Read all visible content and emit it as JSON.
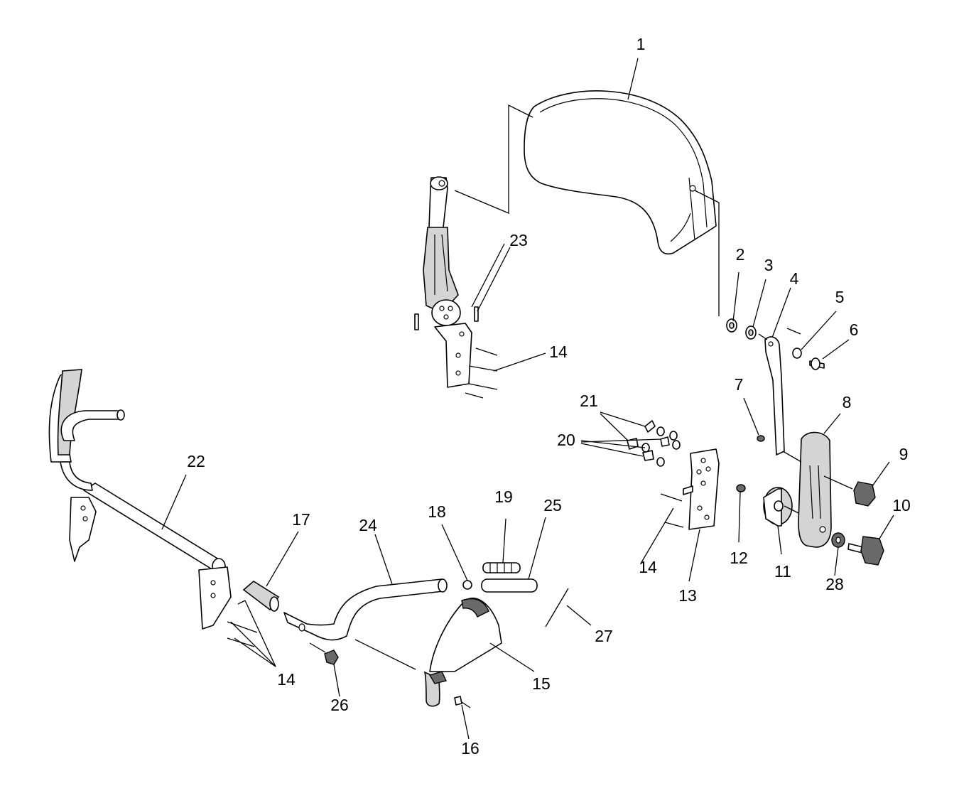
{
  "callouts": [
    {
      "id": "c1",
      "text": "1"
    },
    {
      "id": "c2",
      "text": "2"
    },
    {
      "id": "c3",
      "text": "3"
    },
    {
      "id": "c4",
      "text": "4"
    },
    {
      "id": "c5",
      "text": "5"
    },
    {
      "id": "c6",
      "text": "6"
    },
    {
      "id": "c7",
      "text": "7"
    },
    {
      "id": "c8",
      "text": "8"
    },
    {
      "id": "c9",
      "text": "9"
    },
    {
      "id": "c10",
      "text": "10"
    },
    {
      "id": "c11",
      "text": "11"
    },
    {
      "id": "c12",
      "text": "12"
    },
    {
      "id": "c13",
      "text": "13"
    },
    {
      "id": "c14a",
      "text": "14"
    },
    {
      "id": "c14b",
      "text": "14"
    },
    {
      "id": "c14c",
      "text": "14"
    },
    {
      "id": "c15",
      "text": "15"
    },
    {
      "id": "c16",
      "text": "16"
    },
    {
      "id": "c17",
      "text": "17"
    },
    {
      "id": "c18",
      "text": "18"
    },
    {
      "id": "c19",
      "text": "19"
    },
    {
      "id": "c20",
      "text": "20"
    },
    {
      "id": "c21",
      "text": "21"
    },
    {
      "id": "c22",
      "text": "22"
    },
    {
      "id": "c23",
      "text": "23"
    },
    {
      "id": "c24",
      "text": "24"
    },
    {
      "id": "c25",
      "text": "25"
    },
    {
      "id": "c26",
      "text": "26"
    },
    {
      "id": "c27",
      "text": "27"
    },
    {
      "id": "c28",
      "text": "28"
    }
  ]
}
